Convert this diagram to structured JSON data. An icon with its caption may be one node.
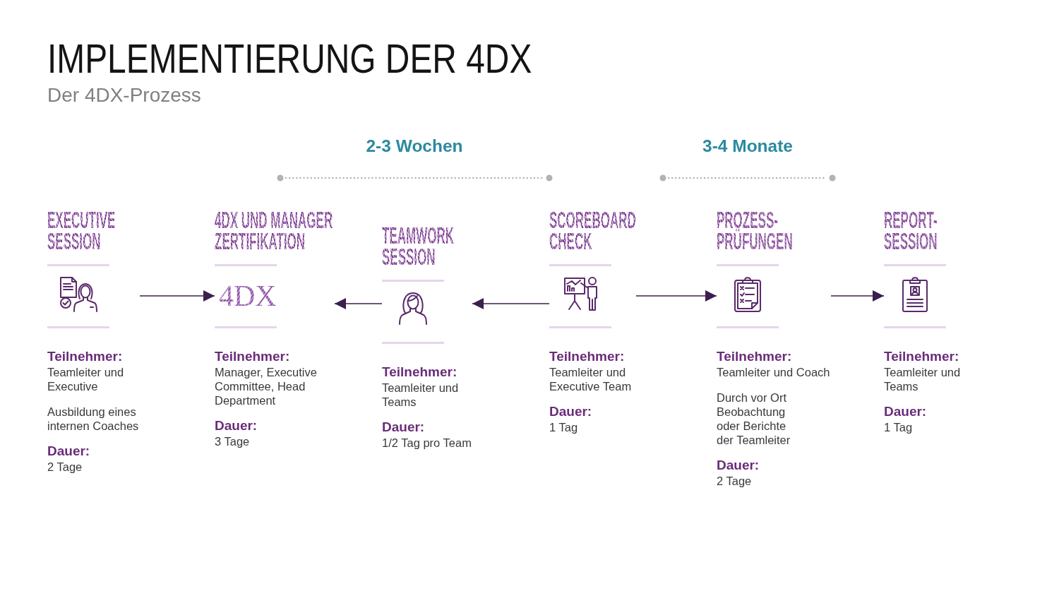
{
  "diagram": {
    "title": "IMPLEMENTIERUNG DER 4DX",
    "nodes": [
      {
        "text": [
          "EXECUTIVE SESSION",
          "Teilnehmer:",
          "Teamleiter und Executive",
          "Ausbildung eines internen Coaches",
          "Dauer:",
          "2 Tage"
        ]
      },
      {
        "text": [
          "4DX UND MANAGER ZERTIFIKATION",
          "4DX",
          "Teilnehmer:",
          "Manager, Executive Committee, Head Department",
          "Dauer:",
          "3 Tage"
        ]
      },
      {
        "text": [
          "TEAMWORK SESSION",
          "Teilnehmer:",
          "Teamleiter und Teams",
          "Dauer:",
          "1/2 Tag pro Team"
        ]
      },
      {
        "text": [
          "SCOREBOARD CHECK",
          "Teilnehmer:",
          "Teamleiter und Executive Team",
          "Dauer:",
          "1 Tag"
        ]
      },
      {
        "text": [
          "PROZESS- PRÜFUNGEN",
          "Teilnehmer:",
          "Teamleiter und Coach",
          "Durch vor Ort Beobachtung oder Berichte der Teamleiter",
          "Dauer:",
          "2 Tage"
        ]
      },
      {
        "text": [
          "REPORT- SESSION",
          "Teilnehmer:",
          "Teamleiter und Teams",
          "Dauer:",
          "1 Tag"
        ]
      }
    ],
    "edges": [
      {
        "from": 0,
        "to": 1,
        "arrow": "to"
      },
      {
        "from": 2,
        "to": 1,
        "arrow": "to"
      },
      {
        "from": 3,
        "to": 2,
        "arrow": "to"
      },
      {
        "from": 3,
        "to": 4,
        "arrow": "to"
      },
      {
        "from": 4,
        "to": 5,
        "arrow": "to"
      }
    ],
    "labels": [
      "Der 4DX-Prozess",
      "2-3 Wochen",
      "3-4 Monate"
    ]
  }
}
